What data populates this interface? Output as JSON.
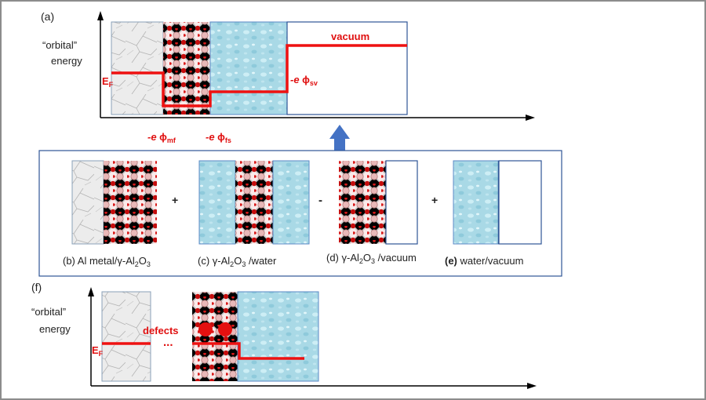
{
  "panel_a": {
    "tag": "(a)",
    "y_label_line1": "“orbital”",
    "y_label_line2": "energy",
    "ef_main": "E",
    "ef_sub": "F",
    "vacuum": "vacuum",
    "phi_sv_prefix": "-e ",
    "phi_sv_symbol": "ϕ",
    "phi_sv_sub": "sv",
    "phi_mf_prefix": "-e ",
    "phi_mf_symbol": "ϕ",
    "phi_mf_sub": "mf",
    "phi_fs_prefix": "-e ",
    "phi_fs_symbol": "ϕ",
    "phi_fs_sub": "fs"
  },
  "middle": {
    "plus_1": "+",
    "minus": "-",
    "plus_2": "+",
    "caption_b_pre": "(b) Al metal/",
    "caption_b_gamma": "γ",
    "caption_b_mid": "-Al",
    "caption_b_sub1": "2",
    "caption_b_o": "O",
    "caption_b_sub2": "3",
    "caption_c_pre": "(c) ",
    "caption_c_gamma": "γ",
    "caption_c_mid": "-Al",
    "caption_c_sub1": "2",
    "caption_c_o": "O",
    "caption_c_sub2": "3",
    "caption_c_post": " /water",
    "caption_d_pre": "(d) ",
    "caption_d_gamma": "γ",
    "caption_d_mid": "-Al",
    "caption_d_sub1": "2",
    "caption_d_o": "O",
    "caption_d_sub2": "3",
    "caption_d_post": " /vacuum",
    "caption_e_tag": "(e)",
    "caption_e_text": " water/vacuum"
  },
  "panel_f": {
    "tag": "(f)",
    "y_label_line1": "“orbital”",
    "y_label_line2": "energy",
    "ef_main": "E",
    "ef_sub": "F",
    "dots": "...",
    "defects": "defects"
  },
  "colors": {
    "level": "#ee1111",
    "arrow": "#4472c4",
    "box_border": "#2e5597",
    "water": "#a9d9e6",
    "metal": "#e6e6e6"
  }
}
